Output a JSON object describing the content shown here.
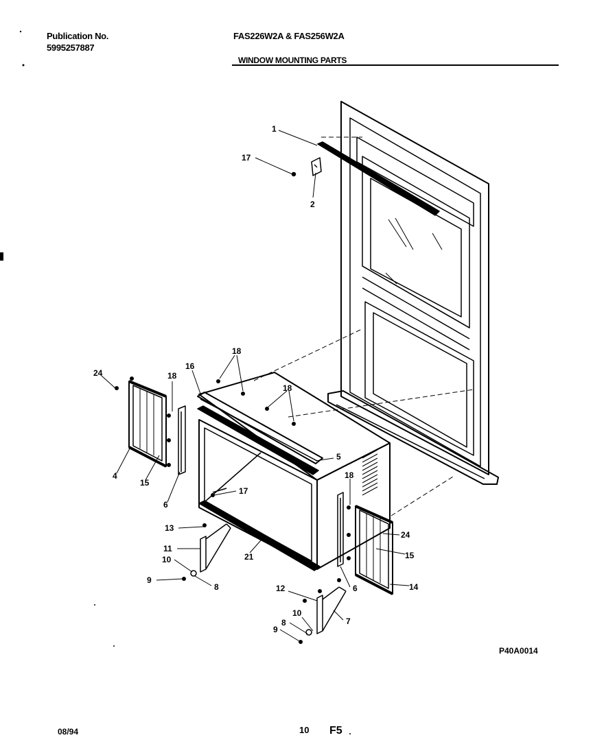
{
  "header": {
    "publication_label": "Publication No.",
    "publication_number": "5995257887",
    "model": "FAS226W2A & FAS256W2A",
    "section_title": "WINDOW MOUNTING PARTS"
  },
  "diagram": {
    "part_callouts": [
      "1",
      "2",
      "17",
      "18",
      "16",
      "24",
      "18",
      "18",
      "5",
      "4",
      "15",
      "6",
      "17",
      "13",
      "11",
      "10",
      "9",
      "8",
      "21",
      "18",
      "24",
      "15",
      "6",
      "14",
      "12",
      "7",
      "10",
      "8",
      "9"
    ]
  },
  "footer": {
    "date": "08/94",
    "page": "10",
    "sheet": "F5",
    "figure_code": "P40A0014"
  }
}
